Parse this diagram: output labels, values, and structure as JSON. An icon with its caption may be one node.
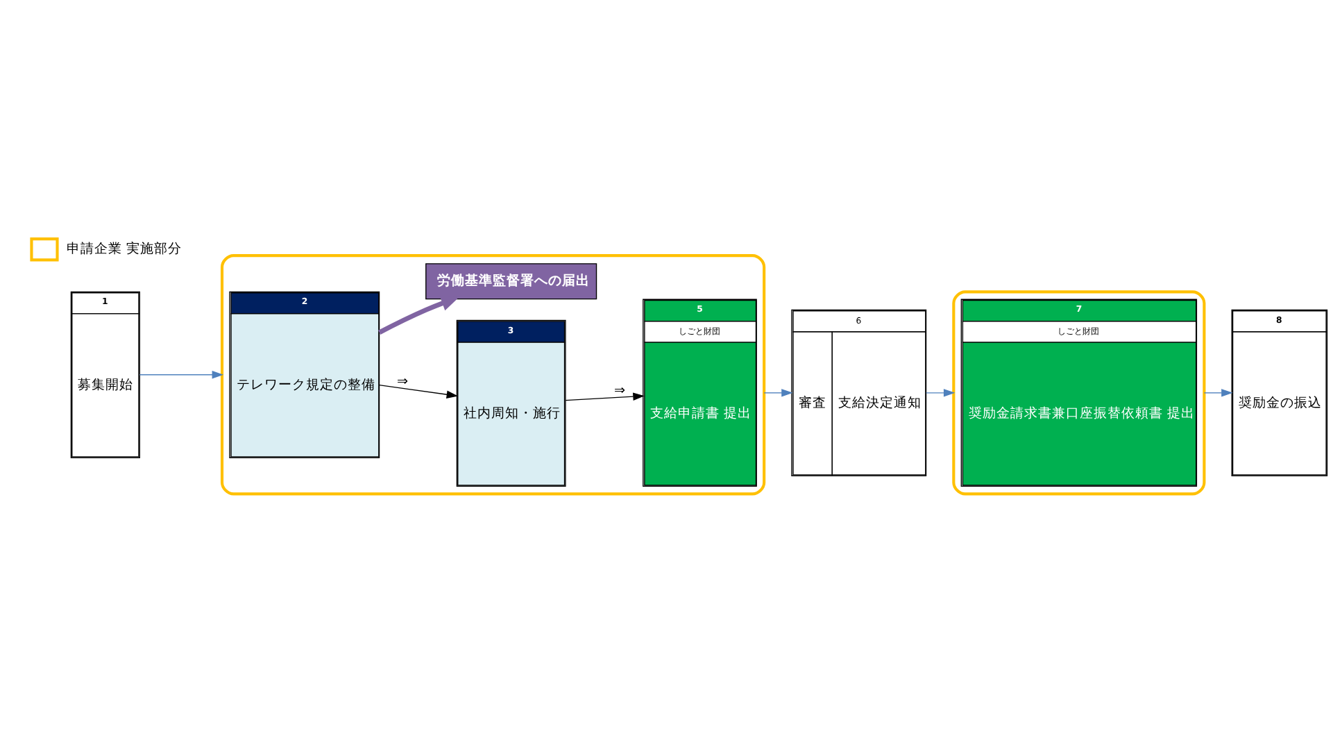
{
  "diagram": {
    "nodes": [
      {
        "text": [],
        "shape": "box"
      },
      {
        "text": [
          "1",
          "募集開始"
        ]
      },
      {
        "text": [
          "2",
          "テレワーク規定の整備"
        ],
        "in": 0
      },
      {
        "text": [
          "3",
          "社内周知・施行"
        ],
        "in": 0
      },
      {
        "text": [
          "5",
          "しごと財団",
          "支給申請書 提出"
        ],
        "in": 0
      },
      {
        "text": [
          "労働基準監督署への届出"
        ],
        "in": 0
      },
      {
        "text": [
          "6",
          "審査",
          "支給決定通知"
        ]
      },
      {
        "text": [],
        "shape": "box"
      },
      {
        "text": [
          "7",
          "しごと財団",
          "奨励金請求書兼口座振替依頼書 提出"
        ],
        "in": 7
      },
      {
        "text": [
          "8",
          "奨励金の振込"
        ]
      }
    ],
    "edges": [
      {
        "from": 1,
        "to": 0,
        "arrow": "to"
      },
      {
        "from": 2,
        "to": 3,
        "arrow": "to",
        "label": "⇒",
        "color": "#000000"
      },
      {
        "from": 3,
        "to": 4,
        "arrow": "to",
        "label": "⇒",
        "color": "#000000"
      },
      {
        "from": 2,
        "to": 5,
        "arrow": "to",
        "style": "thick",
        "color": "#8064a2"
      },
      {
        "from": 0,
        "to": 6,
        "arrow": "to"
      },
      {
        "from": 6,
        "to": 7,
        "arrow": "to"
      },
      {
        "from": 7,
        "to": 9,
        "arrow": "to"
      }
    ],
    "legend": [
      {
        "text": "申請企業 実施部分"
      }
    ]
  }
}
